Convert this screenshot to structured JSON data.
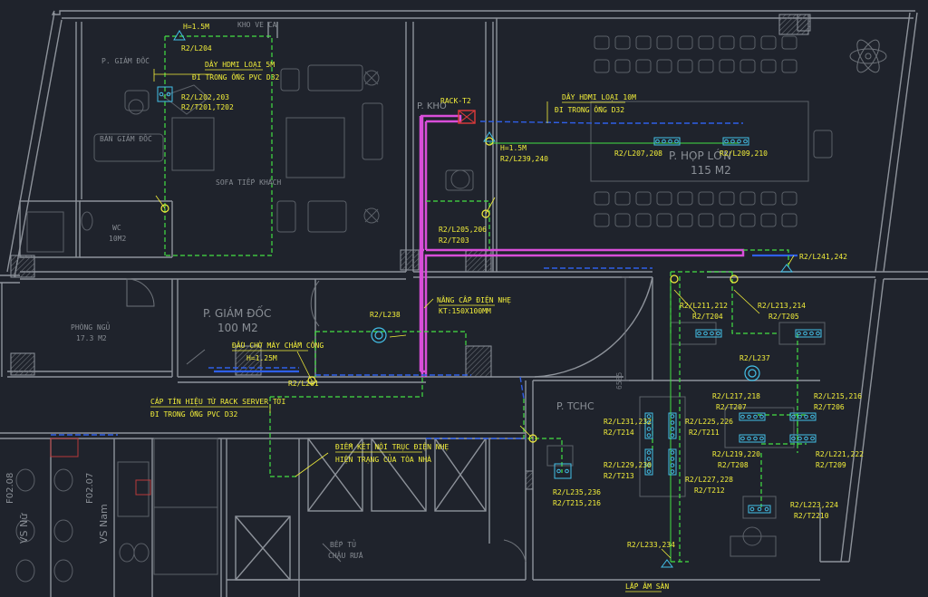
{
  "colors": {
    "background": "#1f232c",
    "wall": "#8e939b",
    "furniture": "#5b6068",
    "network": "#43e043",
    "trunk": "#d94ed9",
    "hdmi": "#2f5fe8",
    "label": "#f3ef3a",
    "room_text": "#d6d8da"
  },
  "rooms": {
    "ban_giam_doc_top": "P. GIÁM ĐỐC",
    "ban_giam_doc": "BÀN GIÁM ĐỐC",
    "sofa": "SOFA TIẾP KHÁCH",
    "wc": "WC",
    "wc_area": "10M2",
    "giam_doc": "P. GIÁM ĐỐC",
    "giam_doc_area": "100 M2",
    "phong_ngu": "PHÒNG NGỦ",
    "phong_ngu_area": "17.3 M2",
    "hop_lon": "P. HỌP LỚN",
    "hop_lon_area": "115 M2",
    "kho": "P. KHO",
    "tchc": "P. TCHC",
    "vs_nu": "VS Nữ",
    "vs_nu_code": "F02.08",
    "vs_nam": "VS Nam",
    "vs_nam_code": "F02.07",
    "bep": "BẾP TỦ",
    "chau_rua": "CHẬU RỬA",
    "kho_ve_ca": "KHO VE CA",
    "dim_6585": "6585"
  },
  "notes": {
    "h15_top": "H=1.5M",
    "r2l204": "R2/L204",
    "hdmi5_1": "DÂY HDMI LOẠI 5M",
    "hdmi5_2": "ĐI TRONG ỐNG PVC D32",
    "l202": "R2/L202,203",
    "t201": "R2/T201,T202",
    "rack": "RACK-T2",
    "h15_mid": "H=1.5M",
    "l239": "R2/L239,240",
    "hdmi10_1": "DÂY HDMI LOẠI 10M",
    "hdmi10_2": "ĐI TRONG ỐNG D32",
    "l207": "R2/L207,208",
    "l209": "R2/L209,210",
    "l205": "R2/L205,206",
    "t203": "R2/T203",
    "l241": "R2/L241,242",
    "nang_cap": "NÂNG CẤP ĐIỆN NHẸ",
    "kt": "KT:150X100MM",
    "l238": "R2/L238",
    "cham_cong_1": "ĐẦU CHỜ MÁY CHẤM CÔNG",
    "cham_cong_2": "H=1.25M",
    "l201": "R2/L201",
    "cap_tin_hieu_1": "CÁP TÍN HIỆU TỪ RACK SERVER TỚI",
    "cap_tin_hieu_2": "ĐI TRONG ỐNG PVC D32",
    "dau_noi_1": "ĐIỂM KẾT NỐI TRỤC ĐIỆN NHẸ",
    "dau_noi_2": "HIỆN TRẠNG CỦA TÒA NHÀ",
    "l211": "R2/L211,212",
    "t204": "R2/T204",
    "l213": "R2/L213,214",
    "t205": "R2/T205",
    "l237": "R2/L237",
    "l217": "R2/L217,218",
    "t207": "R2/T207",
    "l215": "R2/L215,216",
    "t206": "R2/T206",
    "l231": "R2/L231,232",
    "t214": "R2/T214",
    "l225": "R2/L225,226",
    "t211": "R2/T211",
    "l219": "R2/L219,220",
    "t208": "R2/T208",
    "l221": "R2/L221,222",
    "t209": "R2/T209",
    "l229": "R2/L229,230",
    "t213": "R2/T213",
    "l227": "R2/L227,228",
    "t212": "R2/T212",
    "l235": "R2/L235,236",
    "t215": "R2/T215,216",
    "l223": "R2/L223,224",
    "t2210": "R2/T2210",
    "l233": "R2/L233,234",
    "lap_am_san": "LẮP ÂM SÀN"
  }
}
